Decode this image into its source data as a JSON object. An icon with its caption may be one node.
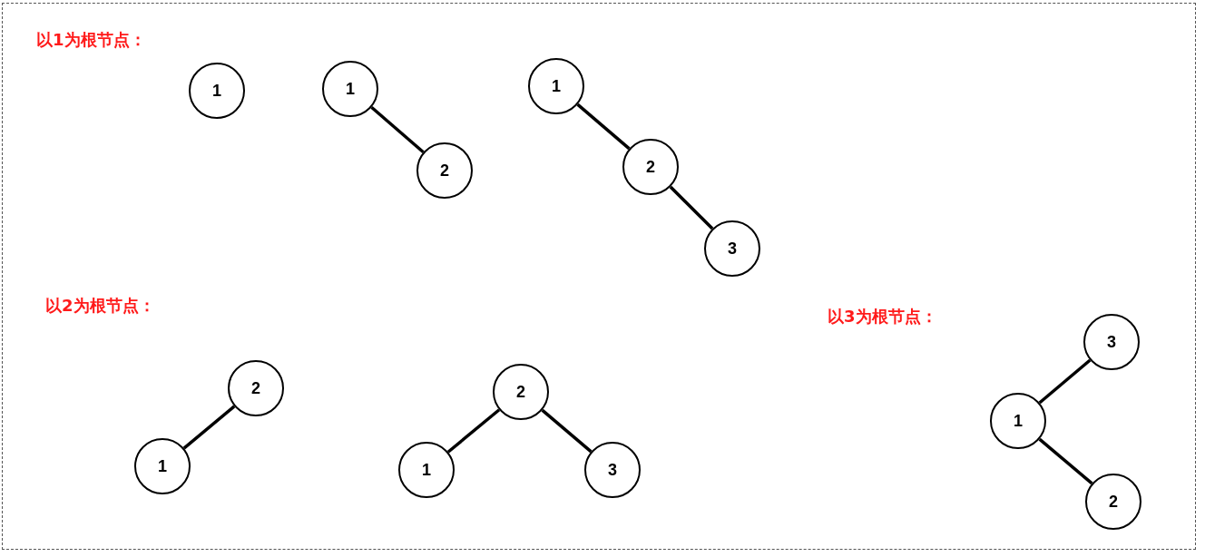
{
  "diagram": {
    "nodes": [
      {
        "text": [
          "1"
        ]
      },
      {
        "text": [
          "1"
        ]
      },
      {
        "text": [
          "2"
        ]
      },
      {
        "text": [
          "1"
        ]
      },
      {
        "text": [
          "2"
        ]
      },
      {
        "text": [
          "3"
        ]
      },
      {
        "text": [
          "2"
        ]
      },
      {
        "text": [
          "1"
        ]
      },
      {
        "text": [
          "2"
        ]
      },
      {
        "text": [
          "1"
        ]
      },
      {
        "text": [
          "3"
        ]
      },
      {
        "text": [
          "3"
        ]
      },
      {
        "text": [
          "1"
        ]
      },
      {
        "text": [
          "2"
        ]
      }
    ],
    "edges": [
      {
        "from": 1,
        "to": 2,
        "arrow": "none"
      },
      {
        "from": 3,
        "to": 4,
        "arrow": "none"
      },
      {
        "from": 4,
        "to": 5,
        "arrow": "none"
      },
      {
        "from": 6,
        "to": 7,
        "arrow": "none"
      },
      {
        "from": 8,
        "to": 9,
        "arrow": "none"
      },
      {
        "from": 8,
        "to": 10,
        "arrow": "none"
      },
      {
        "from": 11,
        "to": 12,
        "arrow": "none"
      },
      {
        "from": 12,
        "to": 13,
        "arrow": "none"
      }
    ],
    "labels": [
      "以1为根节点：",
      "以2为根节点：",
      "以3为根节点："
    ]
  }
}
